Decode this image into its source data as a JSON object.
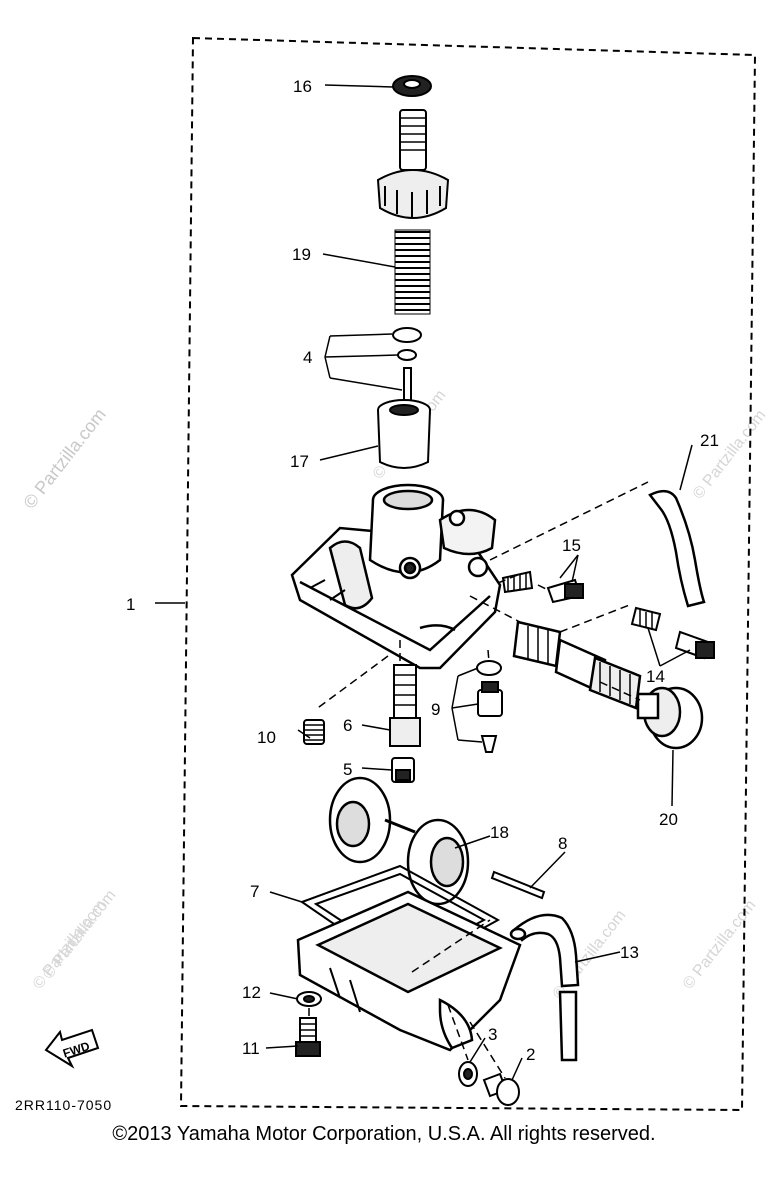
{
  "watermark": "© Partzilla.com",
  "diagram_code": "2RR110-7050",
  "fwd_label": "FWD",
  "copyright": "©2013 Yamaha Motor Corporation, U.S.A. All rights reserved.",
  "callouts": [
    "1",
    "2",
    "3",
    "4",
    "5",
    "6",
    "7",
    "8",
    "9",
    "10",
    "11",
    "12",
    "13",
    "14",
    "15",
    "16",
    "17",
    "18",
    "19",
    "20",
    "21"
  ]
}
